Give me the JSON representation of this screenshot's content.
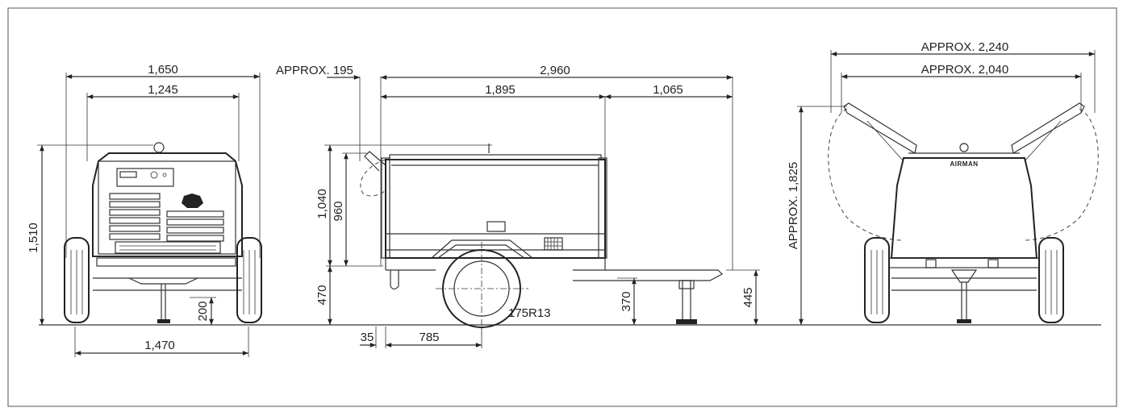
{
  "front_view": {
    "overall_width": "1,650",
    "inner_width": "1,245",
    "height": "1,510",
    "ground_clearance": "200",
    "track_width": "1,470"
  },
  "side_view": {
    "rear_overhang": "APPROX. 195",
    "overall_length": "2,960",
    "body_length": "1,895",
    "drawbar_length": "1,065",
    "body_height": "1,040",
    "inner_height": "960",
    "frame_height": "470",
    "axle_offset": "35",
    "axle_position": "785",
    "tire_size": "175R13",
    "jack_height": "370",
    "hitch_height": "445"
  },
  "rear_view": {
    "doors_open_width": "APPROX. 2,240",
    "doors_span": "APPROX. 2,040",
    "doors_open_height": "APPROX. 1,825",
    "brand": "AIRMAN"
  }
}
